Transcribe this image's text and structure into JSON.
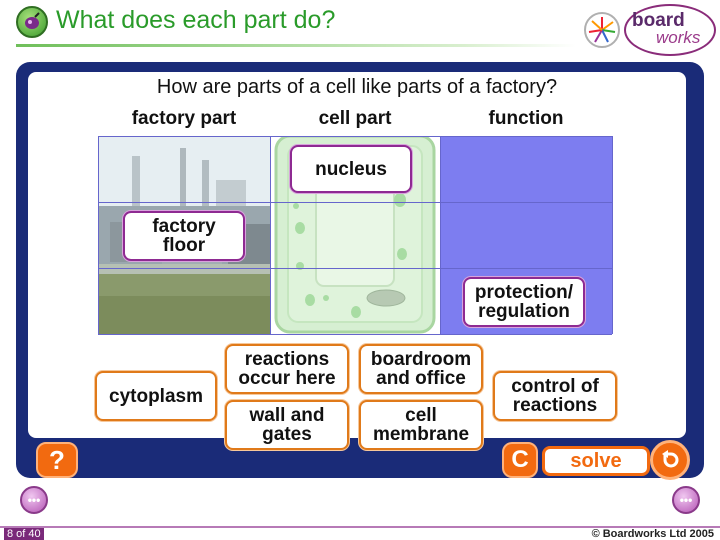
{
  "header": {
    "title": "What does each part do?",
    "logo": {
      "word1": "board",
      "word2": "works",
      "icon": "boardworks-wheel-logo"
    },
    "icon": "cell-icon"
  },
  "activity": {
    "question": "How are parts of a cell like parts of a factory?",
    "columns": [
      "factory part",
      "cell part",
      "function"
    ],
    "placed_tiles": [
      {
        "label": "nucleus",
        "column": "cell part",
        "row": 1,
        "border": "purple"
      },
      {
        "label": "factory floor",
        "column": "factory part",
        "row": 2,
        "border": "purple"
      },
      {
        "label": "protection/ regulation",
        "column": "function",
        "row": 3,
        "border": "purple"
      }
    ],
    "tiles": [
      {
        "label": "cytoplasm"
      },
      {
        "label": "reactions occur here"
      },
      {
        "label": "wall and gates"
      },
      {
        "label": "boardroom and office"
      },
      {
        "label": "cell membrane"
      },
      {
        "label": "control of reactions"
      }
    ]
  },
  "controls": {
    "help": "?",
    "reset": "C",
    "solve": "solve",
    "back_icon": "undo-arrow-icon"
  },
  "footer": {
    "page": "8 of 40",
    "copyright": "© Boardworks Ltd 2005"
  },
  "colors": {
    "title_green": "#2a9b2a",
    "frame_navy": "#1a2b78",
    "function_column": "#7d7df0",
    "orange": "#f26a10",
    "purple_border": "#8e2a92"
  }
}
